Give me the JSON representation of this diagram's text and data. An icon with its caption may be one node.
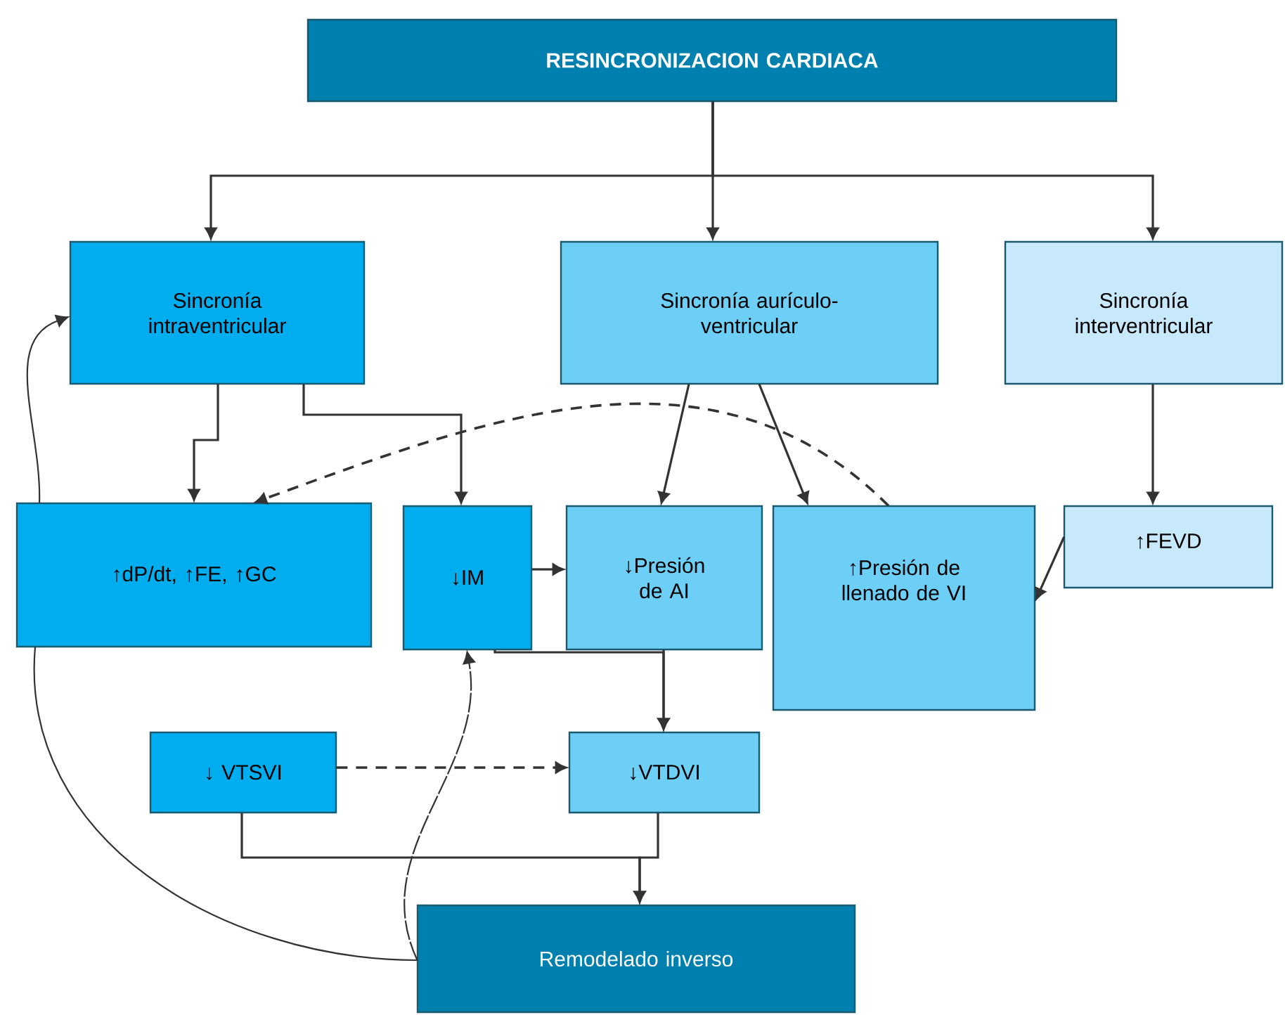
{
  "diagram": {
    "nodes": [
      {
        "text": [
          "RESINCRONIZACION CARDIACA"
        ]
      },
      {
        "text": [
          "Sincronía intraventricular"
        ]
      },
      {
        "text": [
          "Sincronía aurículo-ventricular"
        ]
      },
      {
        "text": [
          "Sincronía interventricular"
        ]
      },
      {
        "text": [
          "↑dP/dt, ↑FE, ↑GC"
        ]
      },
      {
        "text": [
          "↓IM"
        ]
      },
      {
        "text": [
          "↓Presión de AI"
        ]
      },
      {
        "text": [
          "↑Presión de llenado de VI"
        ]
      },
      {
        "text": [
          "↑FEVD"
        ]
      },
      {
        "text": [
          "↓ VTSVI"
        ]
      },
      {
        "text": [
          "↓VTDVI"
        ]
      },
      {
        "text": [
          "Remodelado inverso"
        ]
      }
    ],
    "edges": [
      {
        "from": 0,
        "to": 1,
        "arrow": "to"
      },
      {
        "from": 0,
        "to": 2,
        "arrow": "to"
      },
      {
        "from": 0,
        "to": 3,
        "arrow": "to"
      },
      {
        "from": 1,
        "to": 4,
        "arrow": "to"
      },
      {
        "from": 1,
        "to": 5,
        "arrow": "to"
      },
      {
        "from": 2,
        "to": 6,
        "arrow": "to"
      },
      {
        "from": 2,
        "to": 7,
        "arrow": "to"
      },
      {
        "from": 3,
        "to": 8,
        "arrow": "to"
      },
      {
        "from": 8,
        "to": 7,
        "arrow": "to"
      },
      {
        "from": 5,
        "to": 6,
        "arrow": "to"
      },
      {
        "from": 5,
        "to": 10,
        "arrow": "to"
      },
      {
        "from": 6,
        "to": 10,
        "arrow": "to"
      },
      {
        "from": 9,
        "to": 10,
        "arrow": "to",
        "style": "dashed"
      },
      {
        "from": 9,
        "to": 11,
        "arrow": "to"
      },
      {
        "from": 10,
        "to": 11,
        "arrow": "to"
      },
      {
        "from": 7,
        "to": 4,
        "arrow": "to",
        "style": "dashed"
      },
      {
        "from": 11,
        "to": 4,
        "arrow": "none"
      },
      {
        "from": 4,
        "to": 1,
        "arrow": "to"
      },
      {
        "from": 11,
        "to": 5,
        "arrow": "to",
        "style": "dashed"
      }
    ]
  }
}
